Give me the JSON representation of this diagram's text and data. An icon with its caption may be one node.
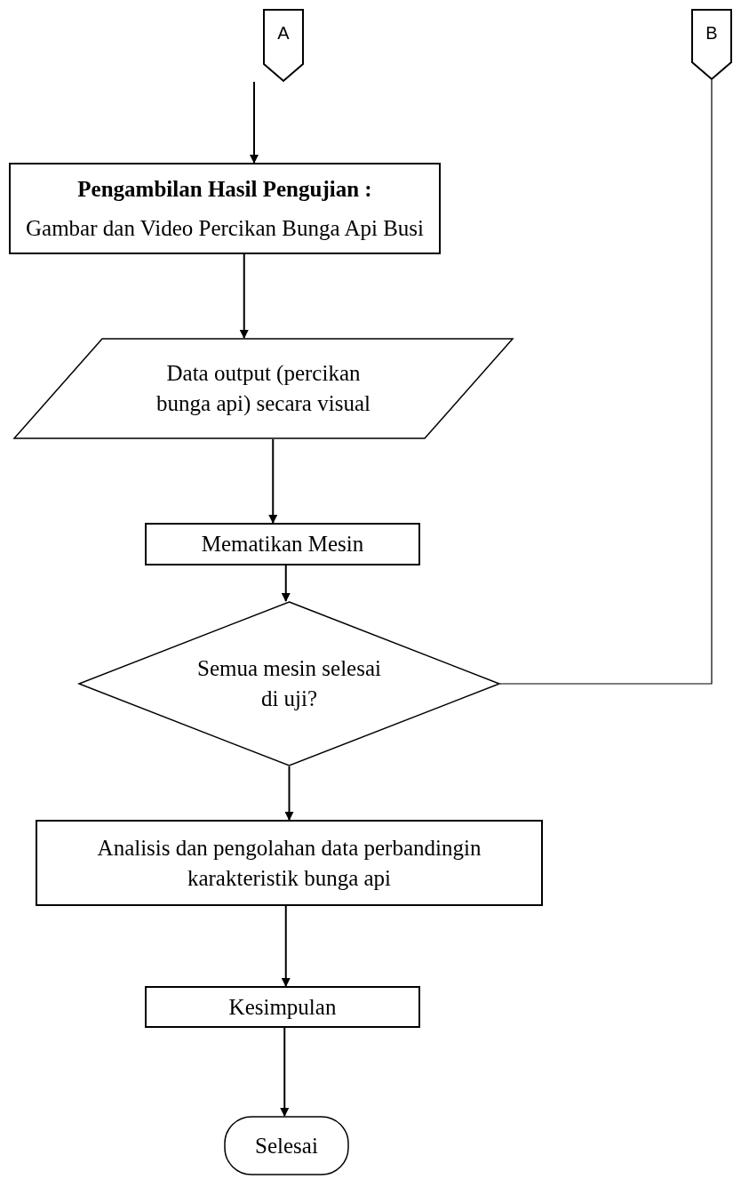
{
  "diagram": {
    "nodes": [
      {
        "text": [
          "A"
        ]
      },
      {
        "text": [
          "B"
        ]
      },
      {
        "text": [
          "Pengambilan Hasil Pengujian :",
          "Gambar dan Video Percikan Bunga Api Busi"
        ]
      },
      {
        "text": [
          "Data output (percikan bunga api) secara visual"
        ]
      },
      {
        "text": [
          "Mematikan Mesin"
        ]
      },
      {
        "text": [
          "Semua mesin selesai di uji?"
        ]
      },
      {
        "text": [
          "Analisis dan pengolahan data perbandingin karakteristik bunga api"
        ]
      },
      {
        "text": [
          "Kesimpulan"
        ]
      },
      {
        "text": [
          "Selesai"
        ]
      }
    ],
    "edges": [
      {
        "from": 0,
        "to": 2,
        "arrow": "to"
      },
      {
        "from": 2,
        "to": 3,
        "arrow": "to"
      },
      {
        "from": 3,
        "to": 4,
        "arrow": "to"
      },
      {
        "from": 4,
        "to": 5,
        "arrow": "to"
      },
      {
        "from": 5,
        "to": 6,
        "arrow": "to"
      },
      {
        "from": 6,
        "to": 7,
        "arrow": "to"
      },
      {
        "from": 7,
        "to": 8,
        "arrow": "to"
      },
      {
        "from": 5,
        "to": 1,
        "arrow": "none"
      }
    ]
  }
}
